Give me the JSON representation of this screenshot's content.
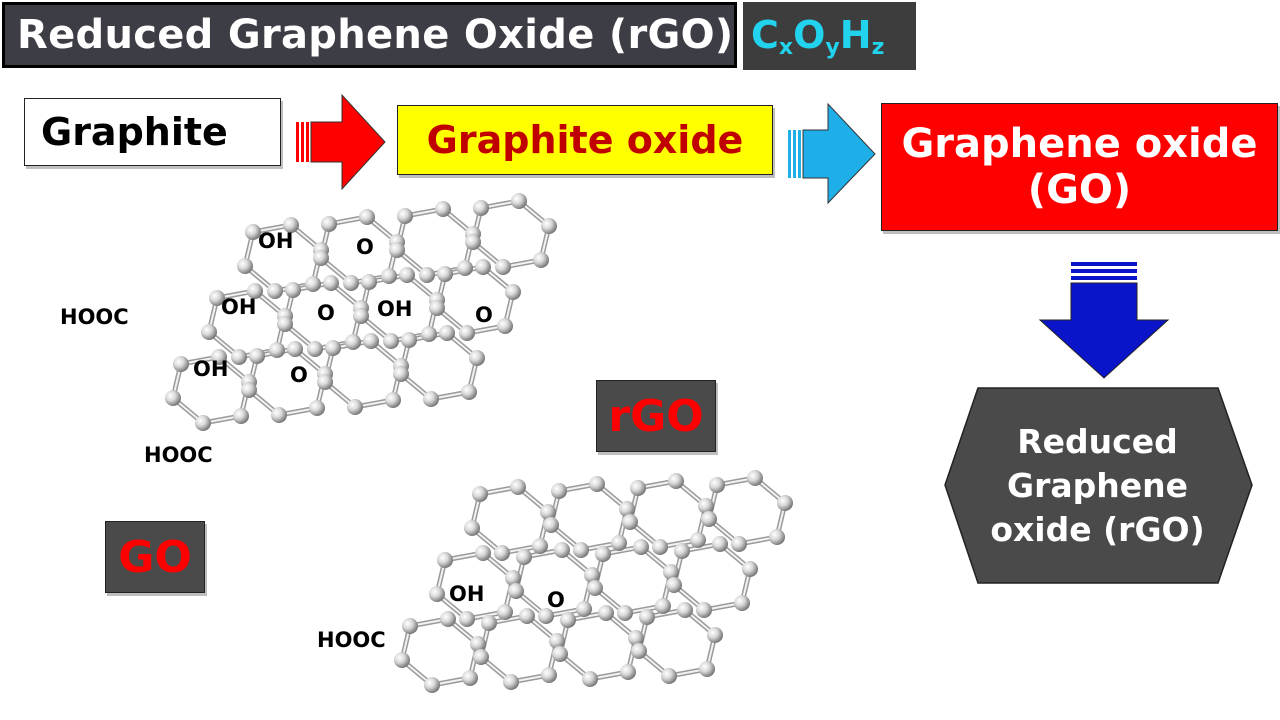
{
  "title": "Reduced Graphene Oxide (rGO)",
  "formula": {
    "C": "C",
    "x": "x",
    "O": "O",
    "y": "y",
    "H": "H",
    "z": "z"
  },
  "steps": {
    "graphite": "Graphite",
    "graphite_oxide": "Graphite oxide",
    "graphene_oxide_line1": "Graphene oxide",
    "graphene_oxide_line2": "(GO)",
    "rgo_line1": "Reduced",
    "rgo_line2": "Graphene",
    "rgo_line3": "oxide (rGO)"
  },
  "labels": {
    "go": "GO",
    "rgo": "rGO"
  },
  "go_structure": {
    "groups": [
      "OH",
      "O",
      "OH",
      "O",
      "OH",
      "O",
      "OH",
      "O",
      "HOOC",
      "HOOC"
    ]
  },
  "rgo_structure": {
    "groups": [
      "OH",
      "O",
      "HOOC"
    ]
  },
  "colors": {
    "title_bg": "#3d3d45",
    "formula_text": "#22d3ee",
    "arrow1": "#ff0000",
    "arrow2": "#1eaee8",
    "arrow_down": "#0a14c8",
    "graphite_oxide_bg": "#ffff00",
    "graphite_oxide_text": "#c00000",
    "go_bg": "#ff0000",
    "label_bg": "#4a4a4a",
    "label_text": "#ff0000"
  }
}
